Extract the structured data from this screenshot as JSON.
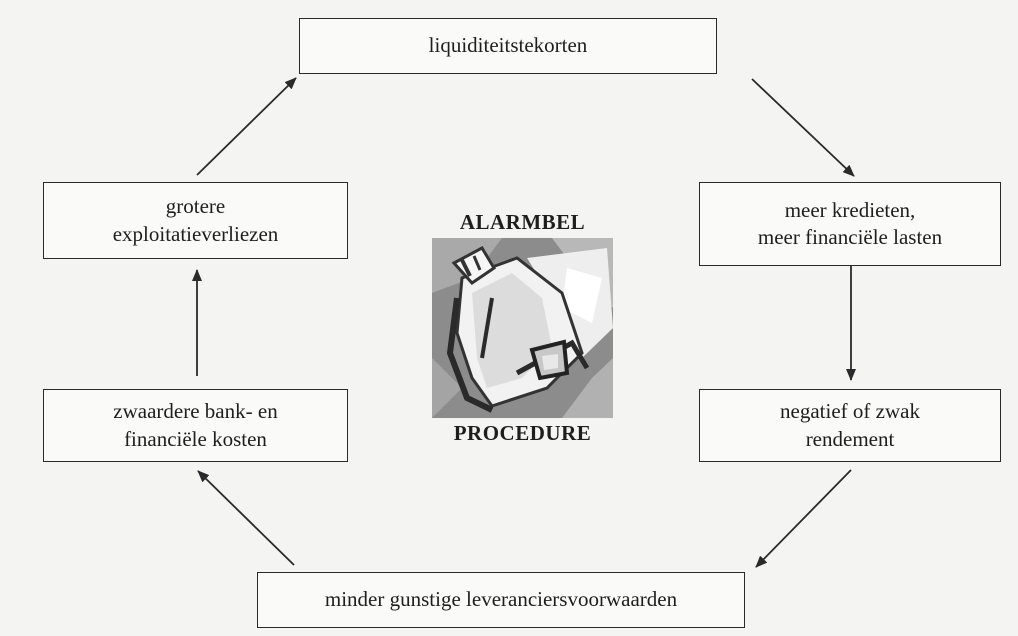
{
  "cycle": {
    "top": [
      "liquiditeitstekorten"
    ],
    "right_upper": [
      "meer kredieten,",
      "meer financiële lasten"
    ],
    "right_lower": [
      "negatief of zwak",
      "rendement"
    ],
    "bottom": [
      "minder gunstige leveranciersvoorwaarden"
    ],
    "left_lower": [
      "zwaardere bank- en",
      "financiële kosten"
    ],
    "left_upper": [
      "grotere",
      "exploitatieverliezen"
    ]
  },
  "logo": {
    "title_top": "ALARMBEL",
    "title_bottom": "PROCEDURE",
    "icon": "alarm-bell-icon"
  }
}
